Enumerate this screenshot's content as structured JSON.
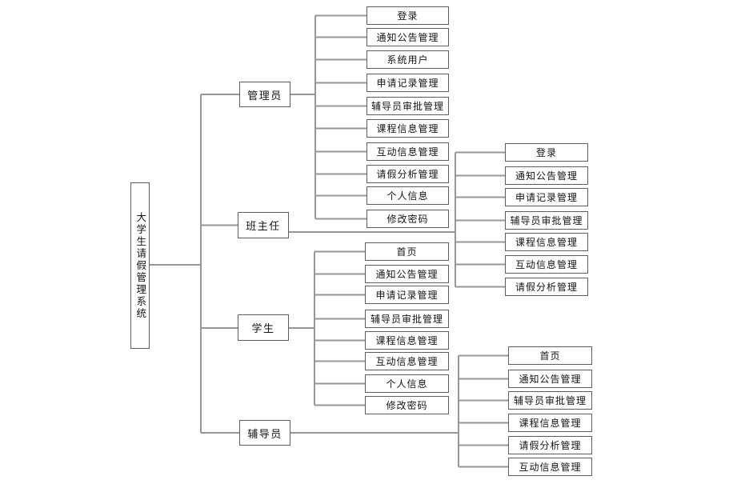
{
  "diagram": {
    "type": "hierarchy-tree",
    "title": "大学生请假管理系统",
    "root": {
      "label": "大学生请假管理系统"
    },
    "branches": [
      {
        "label": "管理员",
        "children": [
          "登录",
          "通知公告管理",
          "系统用户",
          "申请记录管理",
          "辅导员审批管理",
          "课程信息管理",
          "互动信息管理",
          "请假分析管理",
          "个人信息",
          "修改密码"
        ]
      },
      {
        "label": "班主任",
        "children": [
          "登录",
          "通知公告管理",
          "申请记录管理",
          "辅导员审批管理",
          "课程信息管理",
          "互动信息管理",
          "请假分析管理"
        ]
      },
      {
        "label": "学生",
        "children": [
          "首页",
          "通知公告管理",
          "申请记录管理",
          "辅导员审批管理",
          "课程信息管理",
          "互动信息管理",
          "个人信息",
          "修改密码"
        ]
      },
      {
        "label": "辅导员",
        "children": [
          "首页",
          "通知公告管理",
          "辅导员审批管理",
          "课程信息管理",
          "请假分析管理",
          "互动信息管理"
        ]
      }
    ],
    "colors": {
      "background": "#ffffff",
      "connector_line": "#979797",
      "node_border": "#5e5e5e",
      "node_fill": "#ffffff",
      "text": "#141414"
    }
  }
}
